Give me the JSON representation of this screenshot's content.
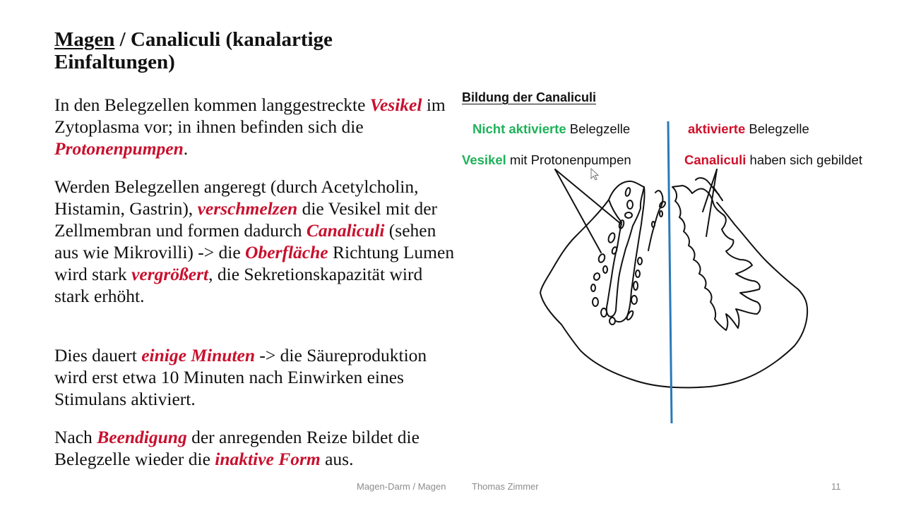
{
  "title": {
    "part1": "Magen",
    "part2": " / Canaliculi (kanalartige Einfaltungen)"
  },
  "paragraphs": {
    "p1": {
      "t1": "In den Belegzellen kommen langgestreckte ",
      "h1": "Vesikel",
      "t2": " im Zytoplasma vor; in ihnen befinden sich die ",
      "h2": "Protonenpumpen",
      "t3": "."
    },
    "p2": {
      "t1": "Werden Belegzellen angeregt (durch Acetylcholin, Histamin, Gastrin), ",
      "h1": "verschmelzen",
      "t2": " die Vesikel mit der Zellmembran und formen dadurch ",
      "h2": "Canaliculi",
      "t3": " (sehen aus wie Mikrovilli) -> die ",
      "h3": "Oberfläche",
      "t4": " Richtung Lumen wird stark ",
      "h4": "vergrößert",
      "t5": ", die Sekretionskapazität wird stark erhöht."
    },
    "p3": {
      "t1": "Dies dauert ",
      "h1": "einige Minuten",
      "t2": " -> die Säureproduktion wird erst etwa 10 Minuten nach Einwirken eines Stimulans aktiviert."
    },
    "p4": {
      "t1": "Nach ",
      "h1": "Beendigung",
      "t2": " der anregenden Reize bildet die Belegzelle wieder die ",
      "h2": "inaktive Form",
      "t3": " aus."
    }
  },
  "diagram": {
    "heading": "Bildung der Canaliculi",
    "left_state": {
      "highlight": "Nicht aktivierte",
      "rest": " Belegzelle"
    },
    "right_state": {
      "highlight": "aktivierte",
      "rest": " Belegzelle"
    },
    "left_label": {
      "highlight": "Vesikel",
      "rest": " mit Protonenpumpen"
    },
    "right_label": {
      "highlight": "Canaliculi",
      "rest": " haben sich gebildet"
    },
    "divider_color": "#2a7ab8",
    "colors": {
      "green": "#1fb25a",
      "red": "#d0102a",
      "text_red": "#c8102e"
    }
  },
  "footer": {
    "section": "Magen-Darm / Magen",
    "author": "Thomas Zimmer",
    "page": "11"
  }
}
